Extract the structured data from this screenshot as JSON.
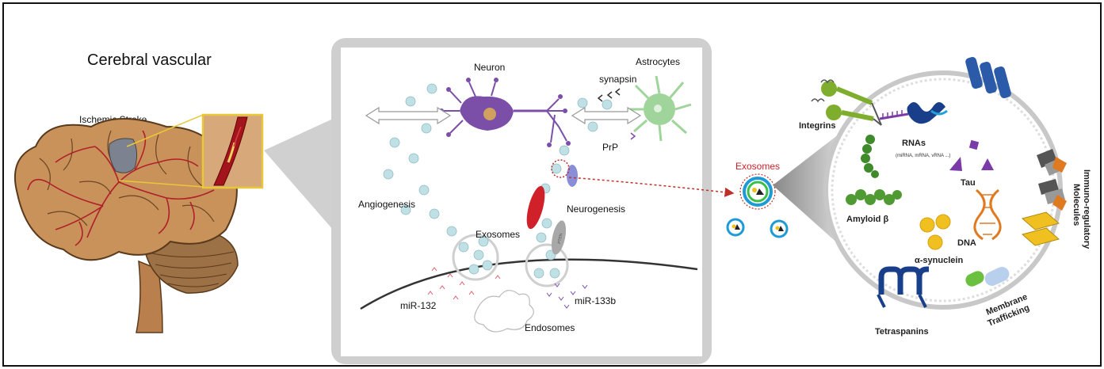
{
  "left": {
    "title": "Cerebral vascular",
    "stroke_label": "Ischemic Stroke"
  },
  "center": {
    "neuron": "Neuron",
    "astrocytes": "Astrocytes",
    "synapsin": "synapsin",
    "prp": "PrP",
    "angiogenesis": "Angiogenesis",
    "neurogenesis": "Neurogenesis",
    "exosomes": "Exosomes",
    "mir132": "miR-132",
    "mir133b": "miR-133b",
    "endosomes": "Endosomes",
    "pten_label": "PTEN"
  },
  "right": {
    "exosomes": "Exosomes",
    "integrins": "Integrins",
    "rnas": "RNAs",
    "rnas_sub": "(miRNA, mRNA, vRNA ...)",
    "tau": "Tau",
    "amyloid": "Amyloid β",
    "dna": "DNA",
    "synuclein": "α-synuclein",
    "tetraspanins": "Tetraspanins",
    "membrane": "Membrane",
    "trafficking": "Trafficking",
    "immuno_line1": "Immuno-regulatory",
    "immuno_line2": "Molecules"
  },
  "colors": {
    "brain": "#c8925a",
    "vessel": "#b0202a",
    "neuron": "#7b4fa8",
    "astrocyte": "#9fd49a",
    "vesicle": "#bfe0e4",
    "exosome_red": "#d0202a",
    "green": "#7fae2e",
    "blue": "#2a5aa8",
    "orange": "#e07a20",
    "yellow": "#f0c020",
    "purple": "#7a3aa8"
  }
}
